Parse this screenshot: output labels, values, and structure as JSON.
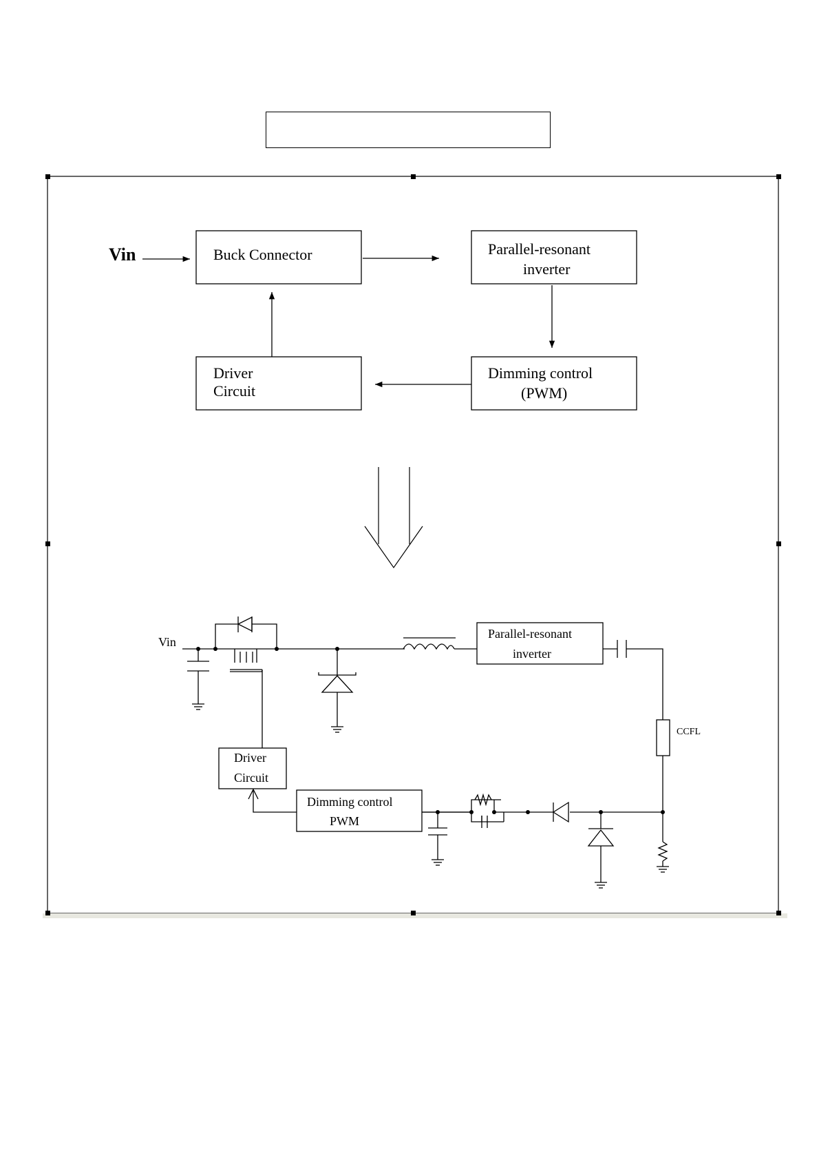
{
  "title": "",
  "block_diagram": {
    "input_label": "Vin",
    "blocks": {
      "buck": "Buck Connector",
      "inverter": [
        "Parallel-resonant",
        "inverter"
      ],
      "driver": [
        "Driver",
        "Circuit"
      ],
      "dimming": [
        "Dimming control",
        "(PWM)"
      ]
    }
  },
  "schematic": {
    "input_label": "Vin",
    "inverter": [
      "Parallel-resonant",
      "inverter"
    ],
    "lamp_label": "CCFL",
    "driver": [
      "Driver",
      "Circuit"
    ],
    "dimming": [
      "Dimming control",
      "PWM"
    ]
  }
}
